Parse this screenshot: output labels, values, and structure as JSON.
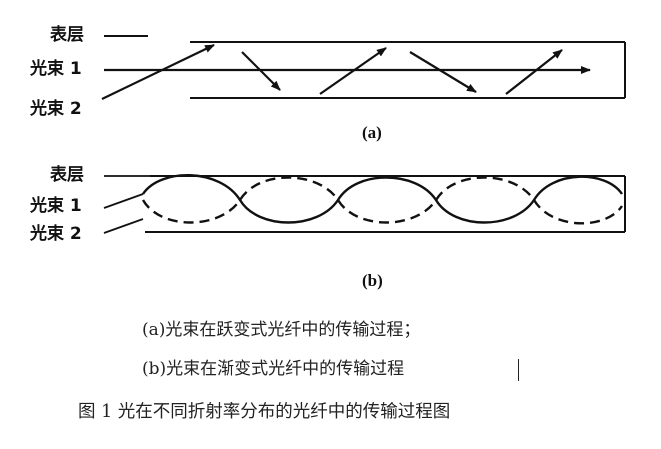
{
  "diagram_a": {
    "label_surface": "表层",
    "label_beam1": "光束 1",
    "label_beam2": "光束 2",
    "sublabel": "(a)"
  },
  "diagram_b": {
    "label_surface": "表层",
    "label_beam1": "光束 1",
    "label_beam2": "光束 2",
    "sublabel": "(b)"
  },
  "captions": {
    "line_a": "(a)光束在跃变式光纤中的传输过程；",
    "line_b": "(b)光束在渐变式光纤中的传输过程",
    "figure_title": "图 1  光在不同折射率分布的光纤中的传输过程图"
  }
}
